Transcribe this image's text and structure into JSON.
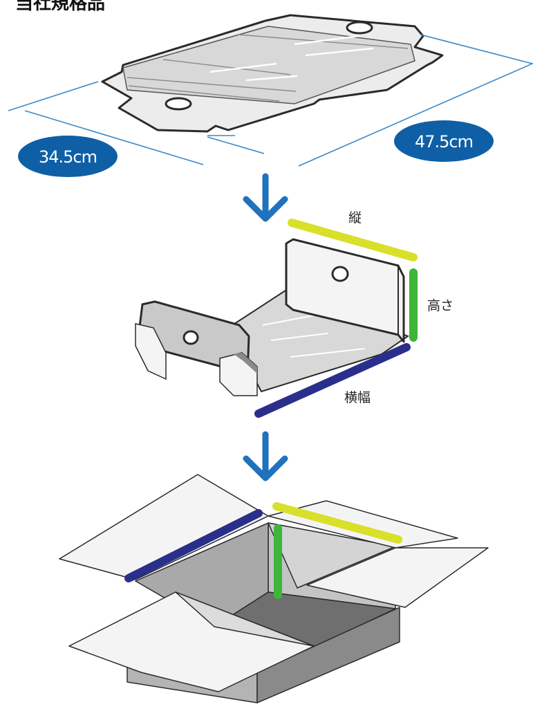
{
  "title": "当社規格品",
  "dimensions": {
    "width_badge": "34.5cm",
    "length_badge": "47.5cm"
  },
  "labels": {
    "length": "縦",
    "height": "高さ",
    "width": "横幅"
  },
  "colors": {
    "badge_fill": "#0f5fa6",
    "dimension_line": "#3a88c8",
    "arrow": "#1f72bd",
    "length_marker": "#d8e02a",
    "height_marker": "#3fb53a",
    "width_marker": "#2a2f8c",
    "outline": "#2a2a2a",
    "panel_light": "#dcdcdc",
    "panel_white": "#f4f4f4",
    "panel_dark": "#8a8a8a"
  }
}
